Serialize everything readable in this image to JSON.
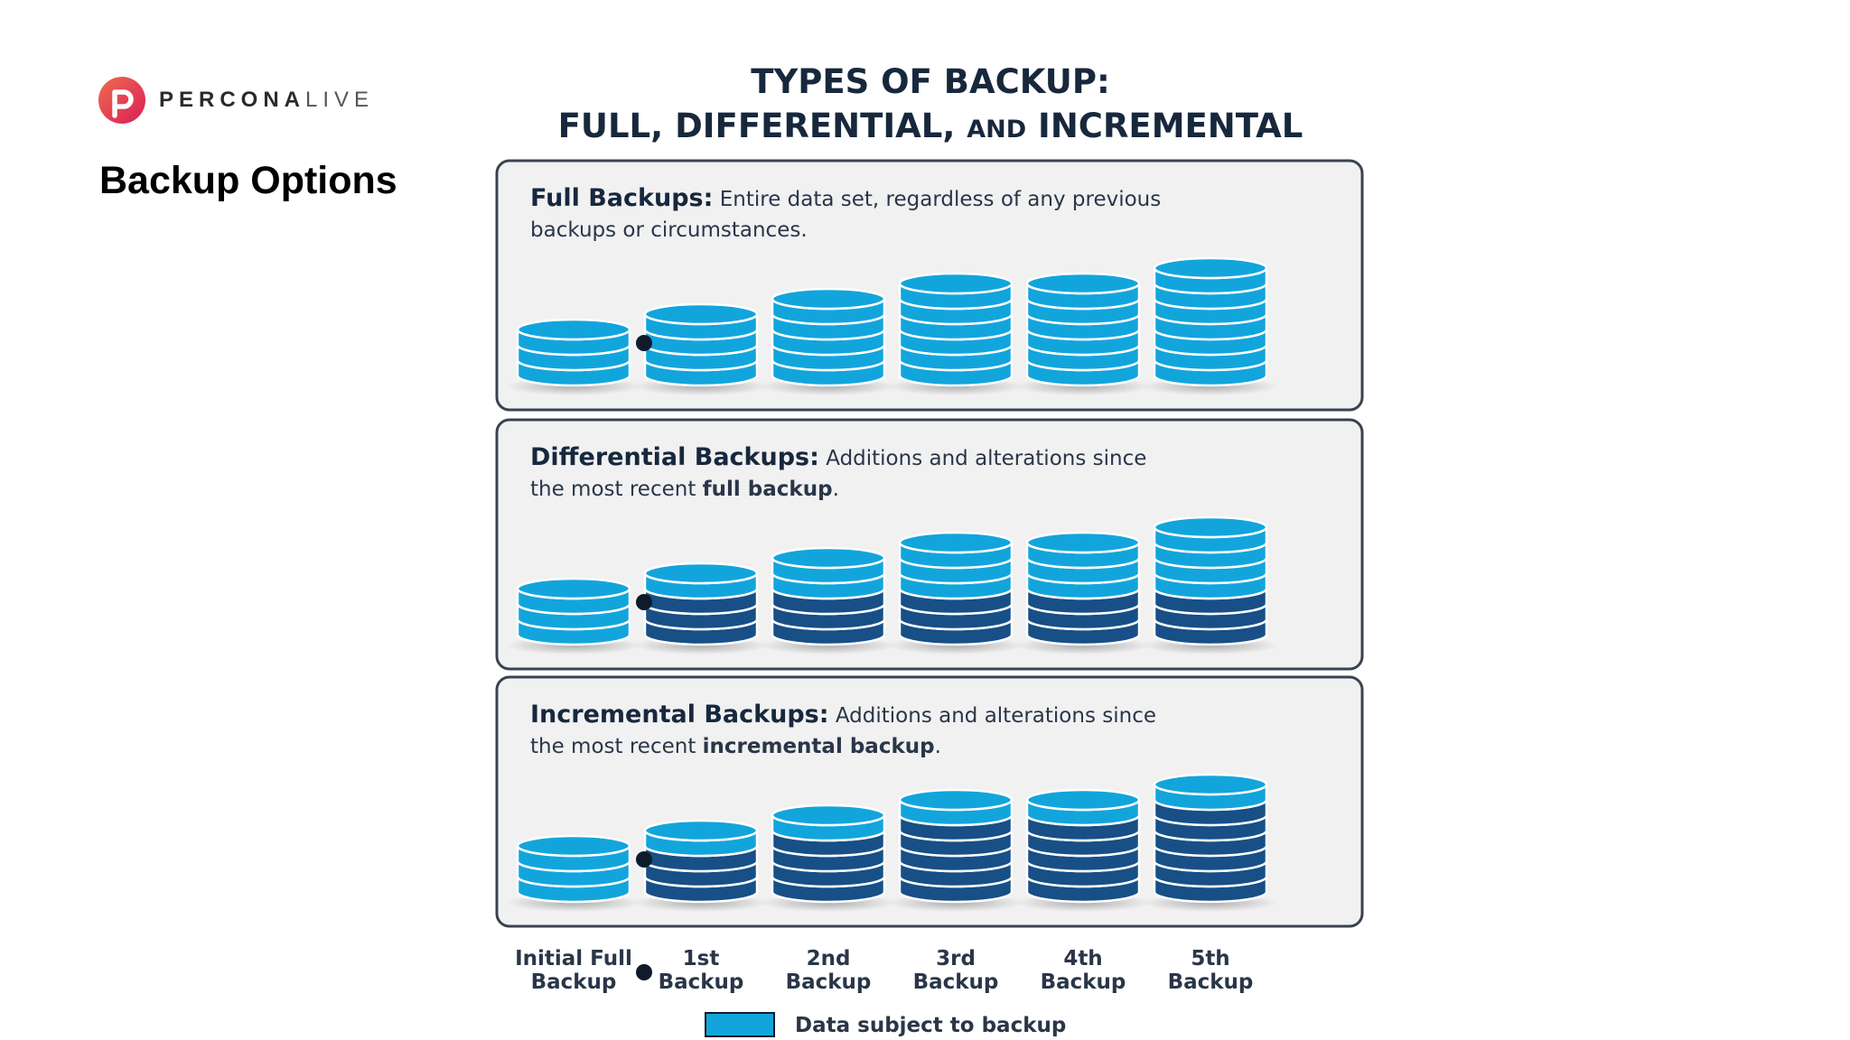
{
  "logo": {
    "brand_bold": "PERCONA",
    "brand_light": "LIVE"
  },
  "slide": {
    "title": "Backup Options"
  },
  "infographic": {
    "title_line1": "TYPES OF BACKUP:",
    "title_line2_a": "FULL, DIFFERENTIAL, ",
    "title_line2_and": "AND",
    "title_line2_b": " INCREMENTAL",
    "colors": {
      "light": "#12a5dc",
      "dark": "#174f86",
      "panel_bg": "#f1f1f2",
      "panel_border": "#3b4250"
    },
    "panels": [
      {
        "name": "full",
        "heading": "Full Backups:",
        "desc_line1": " Entire data set, regardless of any previous",
        "desc_line2_pre": "backups or circumstances.",
        "desc_line2_bold": "",
        "desc_line2_post": "",
        "stacks": [
          {
            "layers": 3,
            "dark": 0
          },
          {
            "layers": 4,
            "dark": 0
          },
          {
            "layers": 5,
            "dark": 0
          },
          {
            "layers": 6,
            "dark": 0
          },
          {
            "layers": 6,
            "dark": 0
          },
          {
            "layers": 7,
            "dark": 0
          }
        ]
      },
      {
        "name": "differential",
        "heading": "Differential Backups:",
        "desc_line1": " Additions and alterations since",
        "desc_line2_pre": "the most recent ",
        "desc_line2_bold": "full backup",
        "desc_line2_post": ".",
        "stacks": [
          {
            "layers": 3,
            "dark": 0
          },
          {
            "layers": 4,
            "dark": 3
          },
          {
            "layers": 5,
            "dark": 3
          },
          {
            "layers": 6,
            "dark": 3
          },
          {
            "layers": 6,
            "dark": 3
          },
          {
            "layers": 7,
            "dark": 3
          }
        ]
      },
      {
        "name": "incremental",
        "heading": "Incremental Backups:",
        "desc_line1": " Additions and alterations since",
        "desc_line2_pre": "the most recent ",
        "desc_line2_bold": "incremental backup",
        "desc_line2_post": ".",
        "stacks": [
          {
            "layers": 3,
            "dark": 0
          },
          {
            "layers": 4,
            "dark": 3
          },
          {
            "layers": 5,
            "dark": 4
          },
          {
            "layers": 6,
            "dark": 5
          },
          {
            "layers": 6,
            "dark": 5
          },
          {
            "layers": 7,
            "dark": 6
          }
        ]
      }
    ],
    "column_labels": [
      {
        "line1": "Initial Full",
        "line2": "Backup"
      },
      {
        "line1": "1st",
        "line2": "Backup"
      },
      {
        "line1": "2nd",
        "line2": "Backup"
      },
      {
        "line1": "3rd",
        "line2": "Backup"
      },
      {
        "line1": "4th",
        "line2": "Backup"
      },
      {
        "line1": "5th",
        "line2": "Backup"
      }
    ],
    "legend_label": "Data subject to backup",
    "separator_icon": "dot-icon"
  }
}
